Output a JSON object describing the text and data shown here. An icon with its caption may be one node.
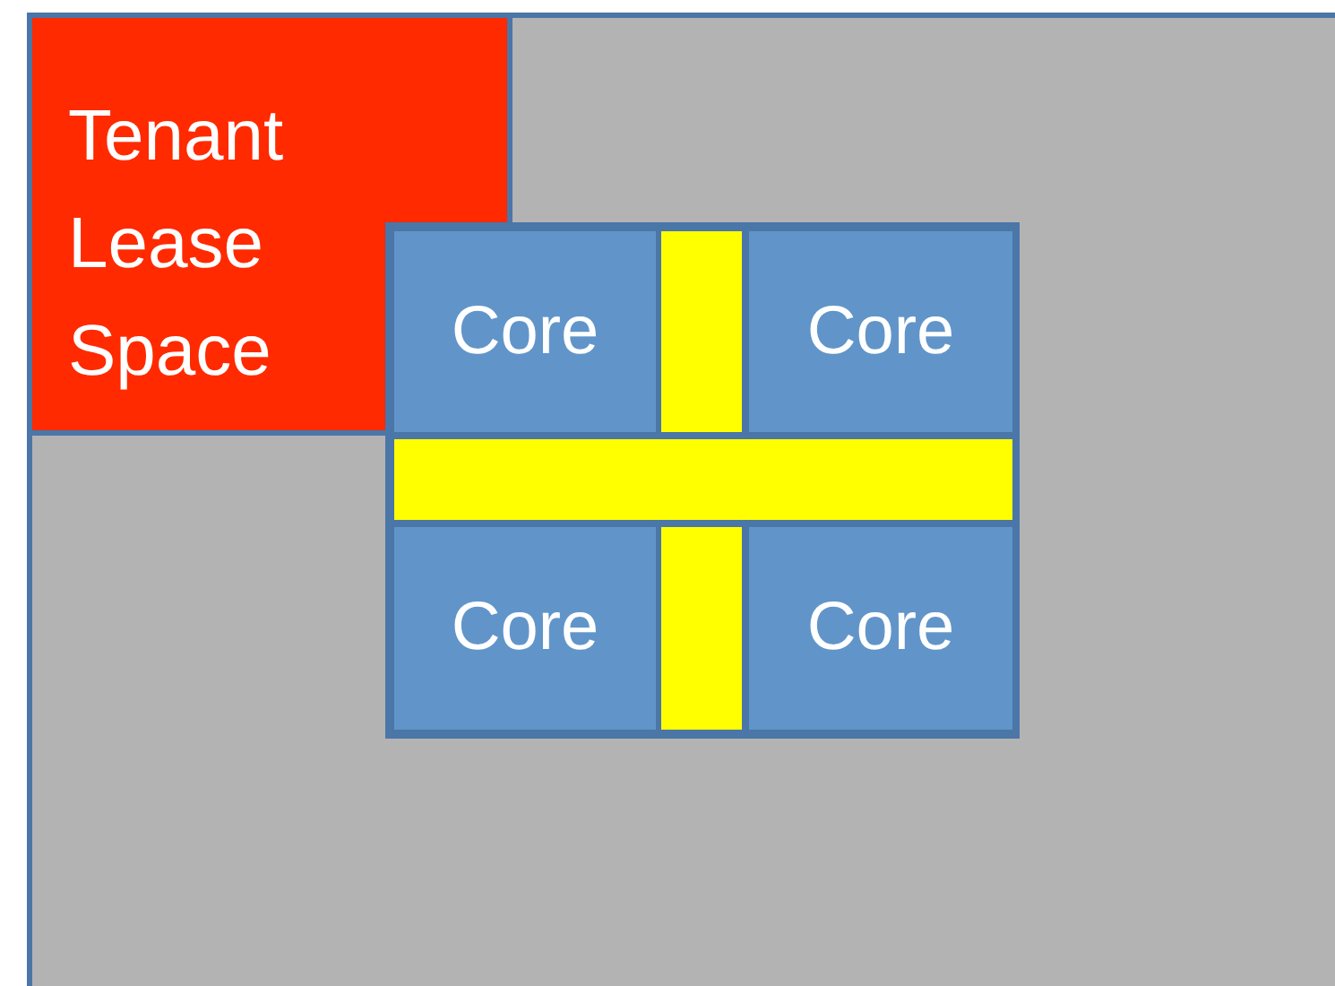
{
  "diagram": {
    "nodes": [
      {
        "text": [],
        "shape": "box"
      },
      {
        "text": [
          "Tenant Lease Space"
        ],
        "in": 0
      },
      {
        "text": [
          "Core"
        ],
        "in": 0
      },
      {
        "text": [
          "Core"
        ],
        "in": 0
      },
      {
        "text": [
          "Core"
        ],
        "in": 0
      },
      {
        "text": [
          "Core"
        ],
        "in": 0
      }
    ]
  }
}
